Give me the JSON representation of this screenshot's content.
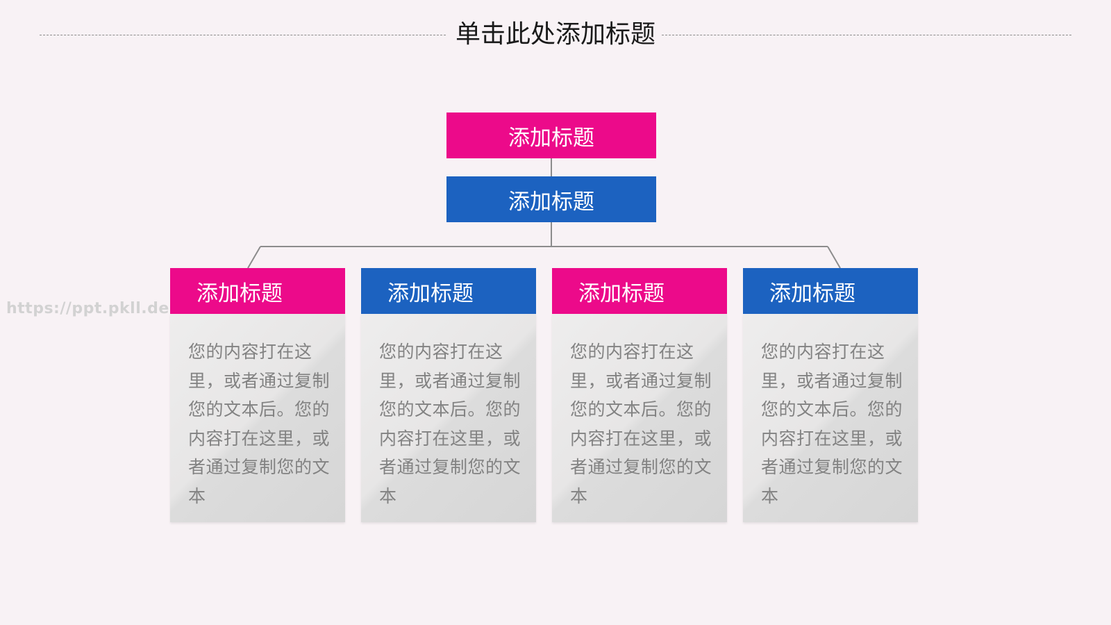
{
  "page": {
    "title": "单击此处添加标题",
    "watermark": "https://ppt.pkll.de"
  },
  "diagram": {
    "top_node": {
      "label": "添加标题",
      "color": "#ec0a8a"
    },
    "mid_node": {
      "label": "添加标题",
      "color": "#1c62c0"
    },
    "cards": [
      {
        "title": "添加标题",
        "color": "#ec0a8a",
        "body": "您的内容打在这里，或者通过复制您的文本后。您的内容打在这里，或者通过复制您的文本"
      },
      {
        "title": "添加标题",
        "color": "#1c62c0",
        "body": "您的内容打在这里，或者通过复制您的文本后。您的内容打在这里，或者通过复制您的文本"
      },
      {
        "title": "添加标题",
        "color": "#ec0a8a",
        "body": "您的内容打在这里，或者通过复制您的文本后。您的内容打在这里，或者通过复制您的文本"
      },
      {
        "title": "添加标题",
        "color": "#1c62c0",
        "body": "您的内容打在这里，或者通过复制您的文本后。您的内容打在这里，或者通过复制您的文本"
      }
    ],
    "connector_color": "#8c8c8c"
  }
}
